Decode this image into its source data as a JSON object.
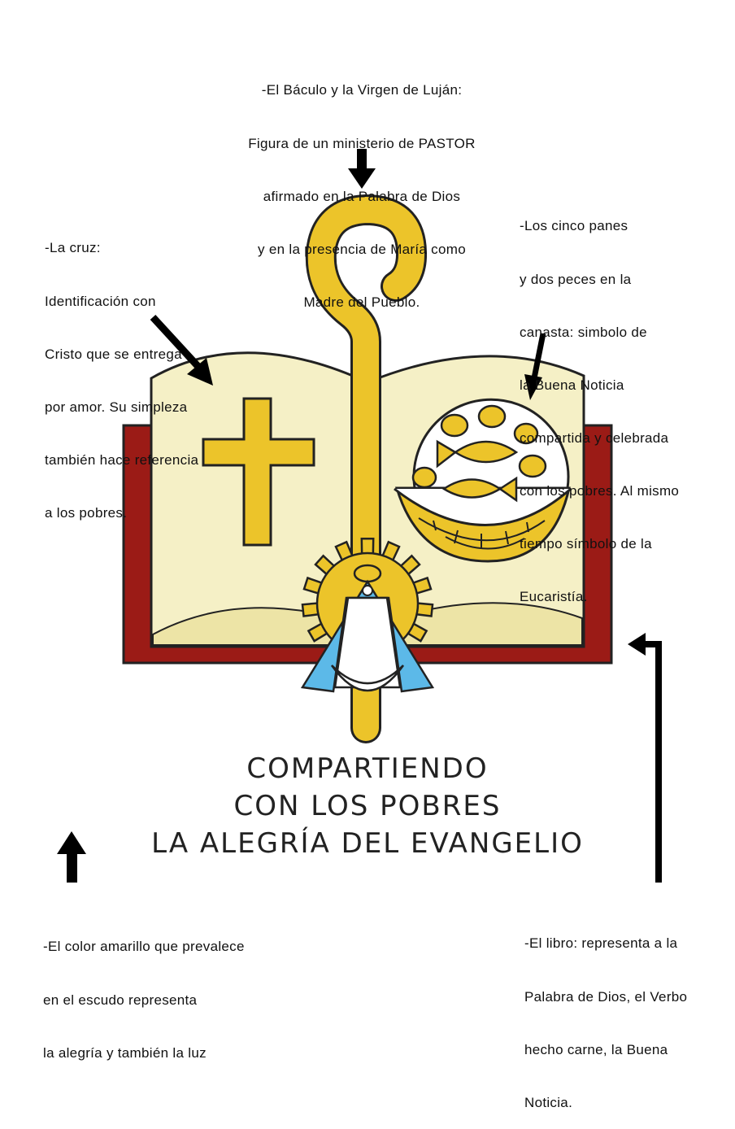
{
  "notes": {
    "baculo": [
      "-El Báculo y la Virgen de Luján:",
      "Figura de un ministerio de PASTOR",
      "afirmado en la Palabra de Dios",
      "y en la presencia de María como",
      "Madre del Pueblo."
    ],
    "cruz": [
      "-La cruz:",
      "Identificación con",
      "Cristo que se entrega",
      "por amor. Su simpleza",
      "también hace referencia",
      "a los pobres."
    ],
    "panes": [
      "-Los cinco panes",
      "y dos peces en la",
      "canasta: simbolo de",
      "la Buena Noticia",
      "compartida y celebrada",
      "con los pobres. Al mismo",
      "tiempo símbolo de la",
      "Eucaristía."
    ],
    "amarillo": [
      "-El color amarillo que prevalece",
      "en el escudo representa",
      "la alegría y también la luz"
    ],
    "libro": [
      "-El libro: representa a la",
      "Palabra de Dios, el Verbo",
      "hecho carne, la Buena",
      "Noticia."
    ]
  },
  "title": [
    "COMPARTIENDO",
    "CON LOS POBRES",
    "LA ALEGRÍA DEL EVANGELIO"
  ],
  "colors": {
    "yellow": "#ecc42a",
    "page": "#f5f0c6",
    "page_lower": "#ede4a6",
    "book_red": "#9b1b16",
    "mantle_blue": "#5cb9e8"
  }
}
